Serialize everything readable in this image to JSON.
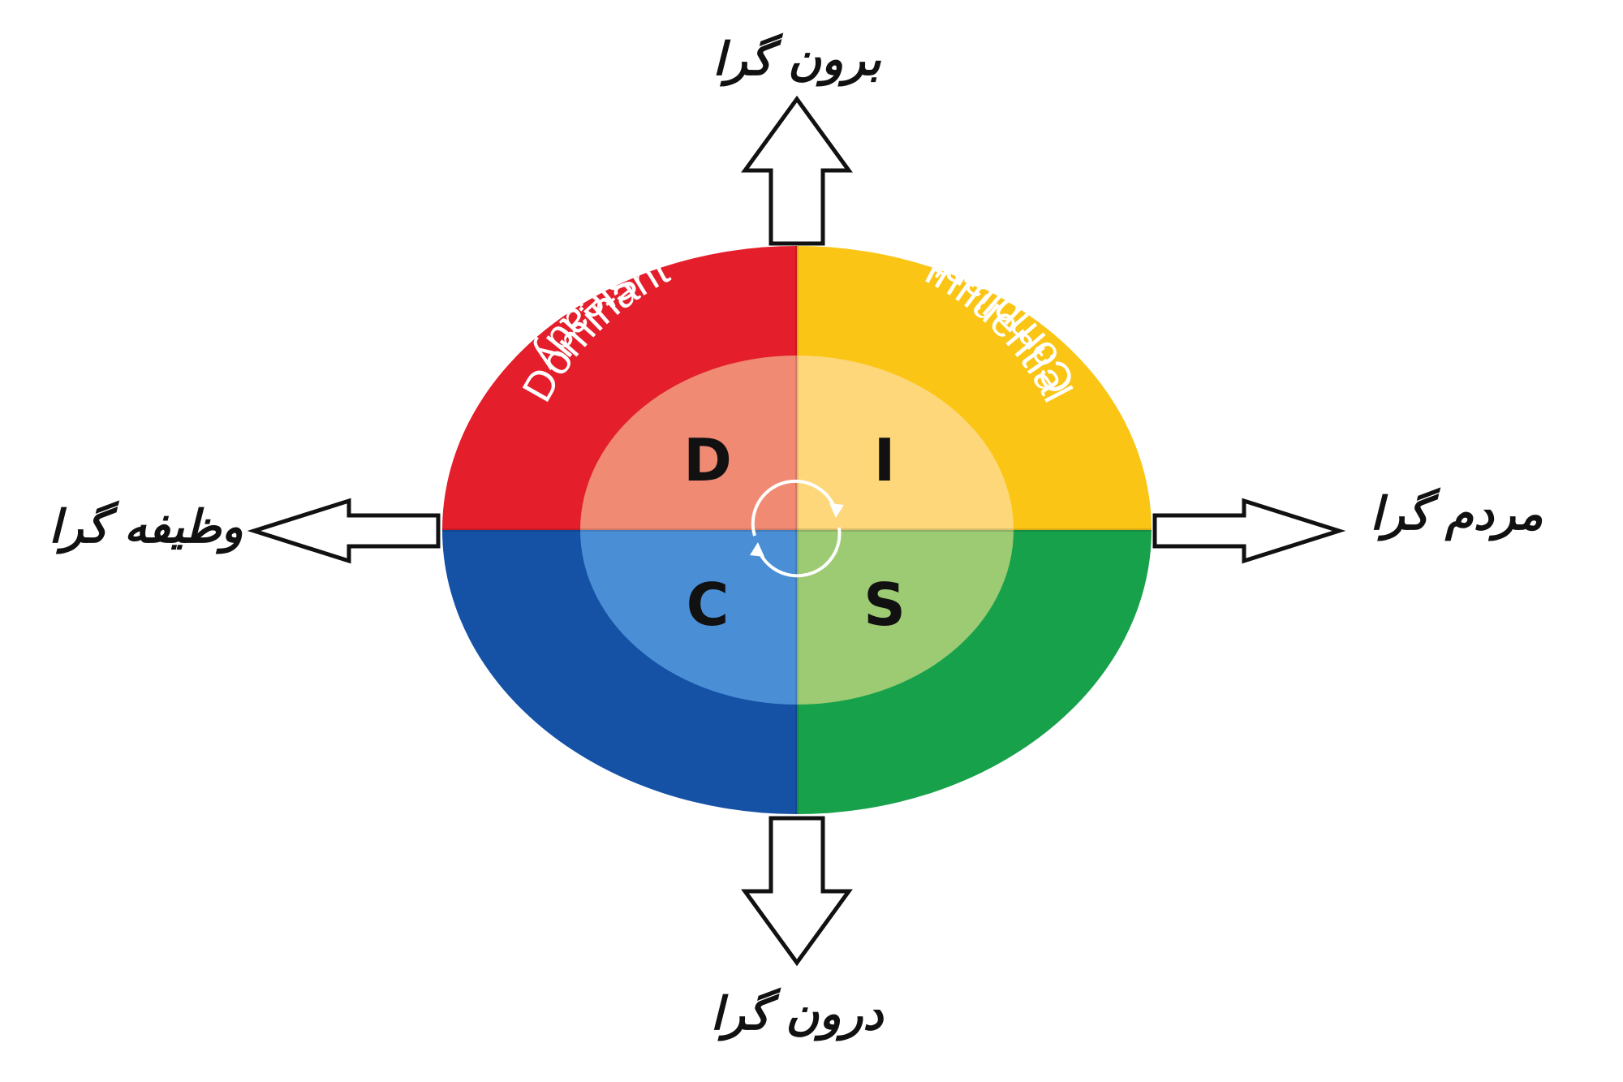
{
  "diagram": {
    "axes": {
      "top": "برون گرا",
      "bottom": "درون گرا",
      "left": "وظیفه گرا",
      "right": "مردم گرا"
    },
    "quadrants": [
      {
        "key": "D",
        "letter": "D",
        "label": "Dominant",
        "outer_color": "#E41E2B",
        "inner_color": "#F08A73"
      },
      {
        "key": "I",
        "letter": "I",
        "label": "Influential",
        "outer_color": "#FBC515",
        "inner_color": "#FDD77A"
      },
      {
        "key": "S",
        "letter": "S",
        "label": "Steady",
        "outer_color": "#18A14B",
        "inner_color": "#9CCB73"
      },
      {
        "key": "C",
        "letter": "C",
        "label": "Compliant",
        "outer_color": "#1552A6",
        "inner_color": "#4A8FD6"
      }
    ]
  }
}
